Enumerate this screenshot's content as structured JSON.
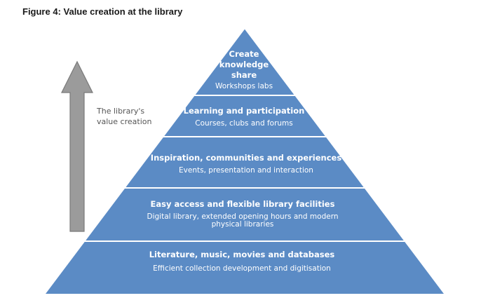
{
  "figure": {
    "title": "Figure 4: Value creation at the library",
    "side_label_line1": "The library's",
    "side_label_line2": "value creation"
  },
  "colors": {
    "layer_fill": "#5b8bc5",
    "layer_border": "#ffffff",
    "outline": "#3f6fa5",
    "arrow_fill": "#9b9b9b",
    "arrow_stroke": "#7a7a7a",
    "text": "#ffffff"
  },
  "layers": [
    {
      "title_lines": [
        "Create",
        "knowledge",
        "share"
      ],
      "subtitle_lines": [
        "Workshops labs"
      ]
    },
    {
      "title_lines": [
        "Learning and participation"
      ],
      "subtitle_lines": [
        "Courses, clubs and forums"
      ]
    },
    {
      "title_lines": [
        "Inspiration, communities and experiences"
      ],
      "subtitle_lines": [
        "Events, presentation and interaction"
      ]
    },
    {
      "title_lines": [
        "Easy access and flexible library facilities"
      ],
      "subtitle_lines": [
        "Digital library, extended opening hours and modern",
        "physical libraries"
      ]
    },
    {
      "title_lines": [
        "Literature, music, movies and databases"
      ],
      "subtitle_lines": [
        "Efficient collection development and digitisation"
      ]
    }
  ]
}
